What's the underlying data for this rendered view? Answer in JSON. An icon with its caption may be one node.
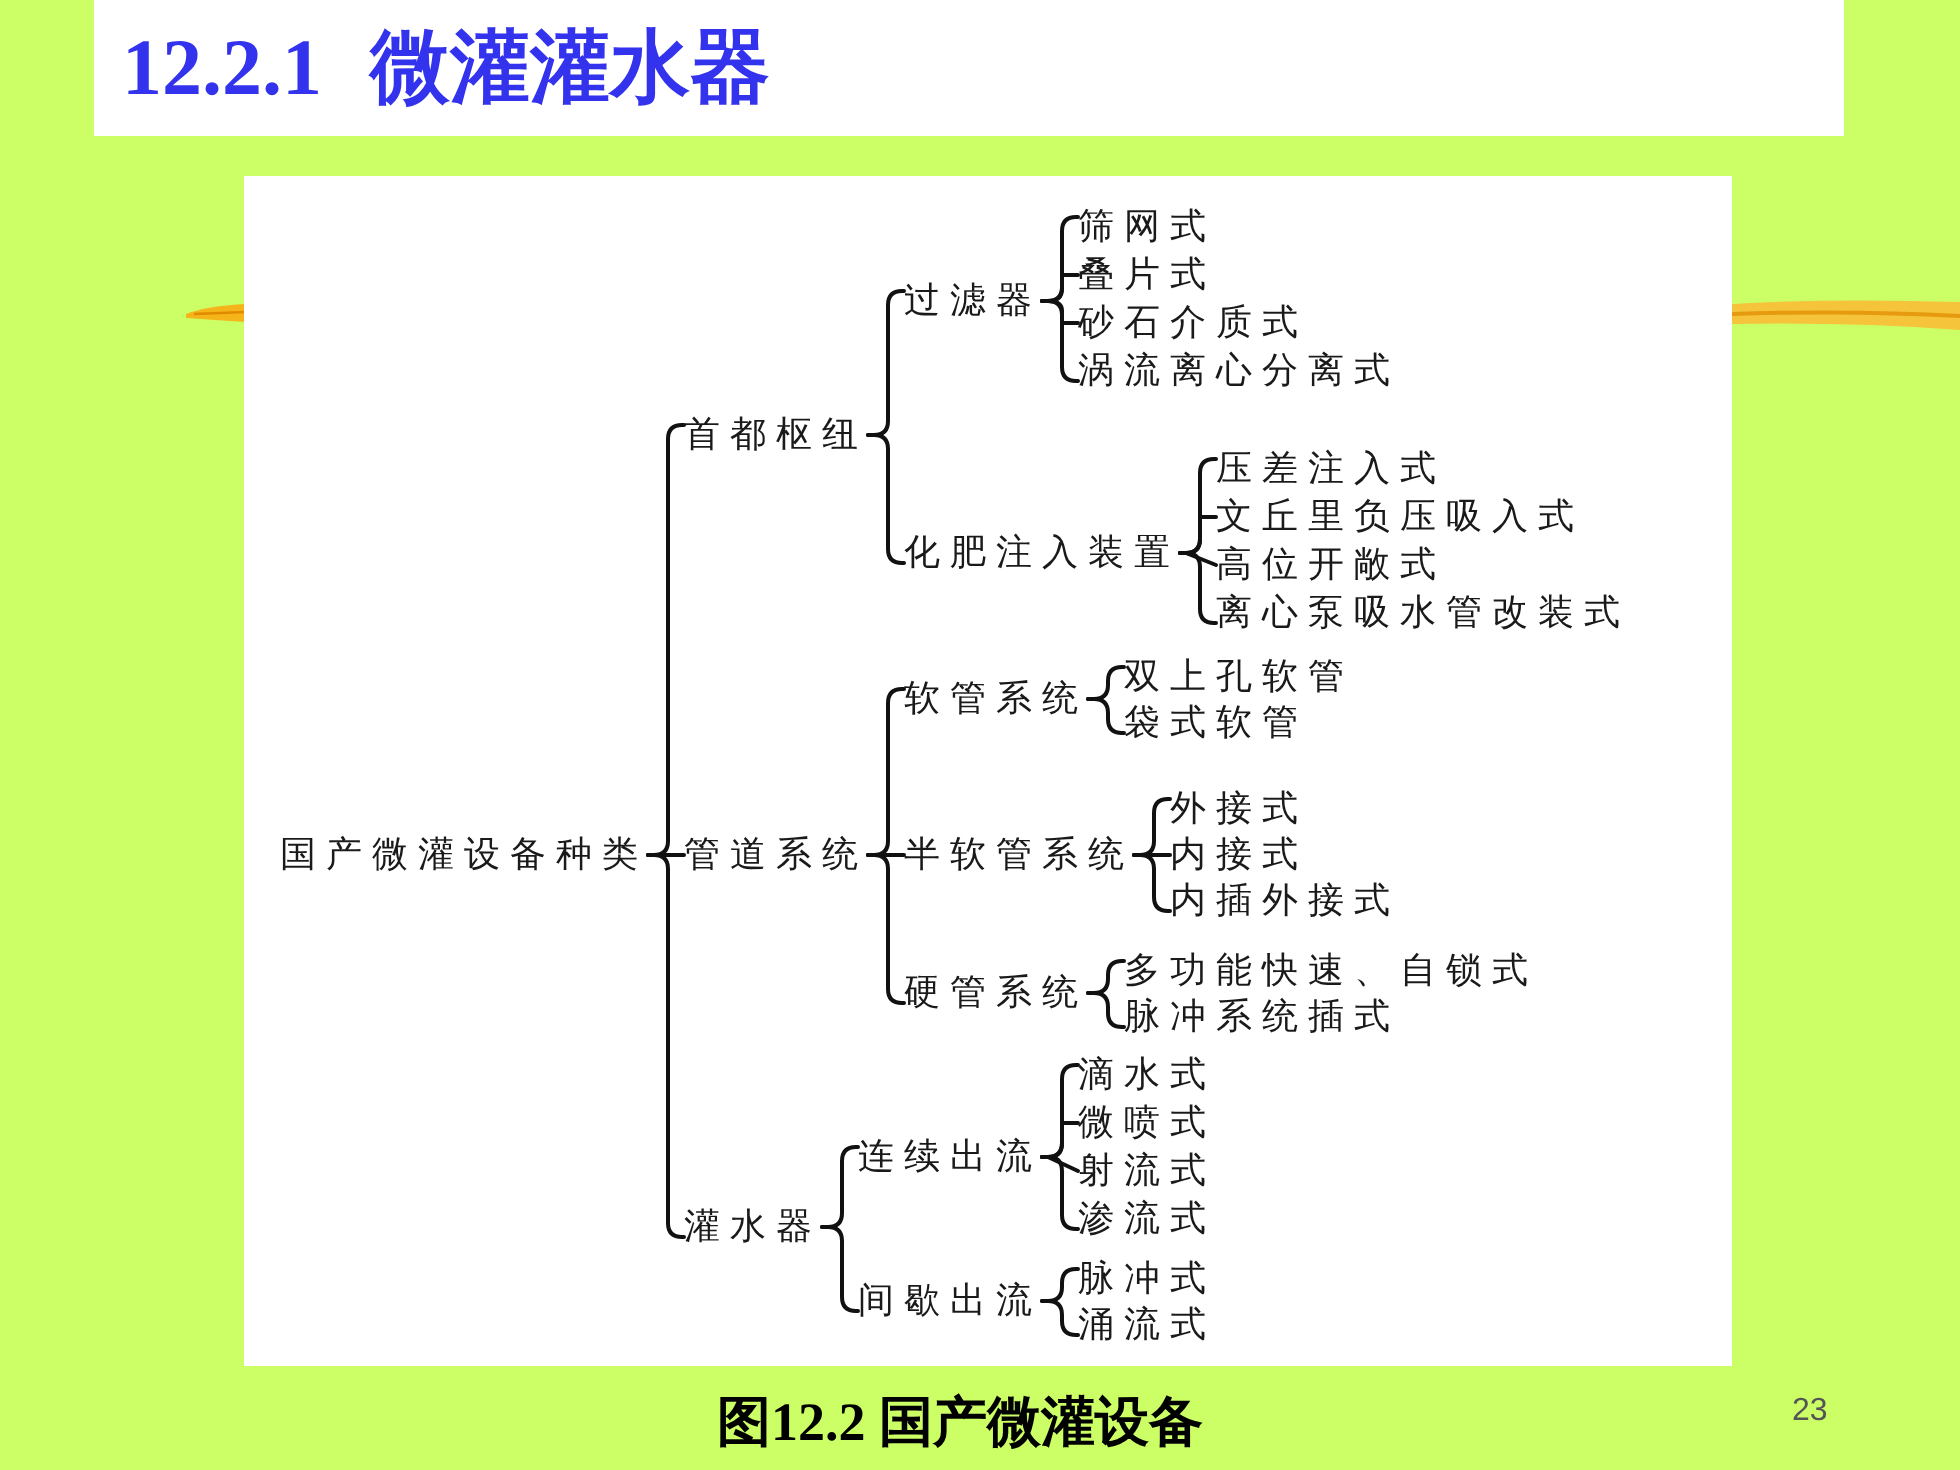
{
  "diagram": {
    "title": "12.2.1 微灌灌水器",
    "caption": "图12.2 国产微灌设备",
    "nodes": [
      {
        "text": [
          "国产微灌设备种类"
        ]
      },
      {
        "text": [
          "首都枢纽"
        ]
      },
      {
        "text": [
          "过滤器"
        ]
      },
      {
        "text": [
          "筛网式"
        ]
      },
      {
        "text": [
          "叠片式"
        ]
      },
      {
        "text": [
          "砂石介质式"
        ]
      },
      {
        "text": [
          "涡流离心分离式"
        ]
      },
      {
        "text": [
          "化肥注入装置"
        ]
      },
      {
        "text": [
          "压差注入式"
        ]
      },
      {
        "text": [
          "文丘里负压吸入式"
        ]
      },
      {
        "text": [
          "高位开敞式"
        ]
      },
      {
        "text": [
          "离心泵吸水管改装式"
        ]
      },
      {
        "text": [
          "管道系统"
        ]
      },
      {
        "text": [
          "软管系统"
        ]
      },
      {
        "text": [
          "双上孔软管"
        ]
      },
      {
        "text": [
          "袋式软管"
        ]
      },
      {
        "text": [
          "半软管系统"
        ]
      },
      {
        "text": [
          "外接式"
        ]
      },
      {
        "text": [
          "内接式"
        ]
      },
      {
        "text": [
          "内插外接式"
        ]
      },
      {
        "text": [
          "硬管系统"
        ]
      },
      {
        "text": [
          "多功能快速、自锁式"
        ]
      },
      {
        "text": [
          "脉冲系统插式"
        ]
      },
      {
        "text": [
          "灌水器"
        ]
      },
      {
        "text": [
          "连续出流"
        ]
      },
      {
        "text": [
          "滴水式"
        ]
      },
      {
        "text": [
          "微喷式"
        ]
      },
      {
        "text": [
          "射流式"
        ]
      },
      {
        "text": [
          "渗流式"
        ]
      },
      {
        "text": [
          "间歇出流"
        ]
      },
      {
        "text": [
          "脉冲式"
        ]
      },
      {
        "text": [
          "涌流式"
        ]
      }
    ],
    "edges": [
      {
        "from": 0,
        "to": 1,
        "arrow": "none"
      },
      {
        "from": 0,
        "to": 12,
        "arrow": "none"
      },
      {
        "from": 0,
        "to": 23,
        "arrow": "none"
      },
      {
        "from": 1,
        "to": 2,
        "arrow": "none"
      },
      {
        "from": 1,
        "to": 7,
        "arrow": "none"
      },
      {
        "from": 2,
        "to": 3,
        "arrow": "none"
      },
      {
        "from": 2,
        "to": 4,
        "arrow": "none"
      },
      {
        "from": 2,
        "to": 5,
        "arrow": "none"
      },
      {
        "from": 2,
        "to": 6,
        "arrow": "none"
      },
      {
        "from": 7,
        "to": 8,
        "arrow": "none"
      },
      {
        "from": 7,
        "to": 9,
        "arrow": "none"
      },
      {
        "from": 7,
        "to": 10,
        "arrow": "none"
      },
      {
        "from": 7,
        "to": 11,
        "arrow": "none"
      },
      {
        "from": 12,
        "to": 13,
        "arrow": "none"
      },
      {
        "from": 12,
        "to": 16,
        "arrow": "none"
      },
      {
        "from": 12,
        "to": 20,
        "arrow": "none"
      },
      {
        "from": 13,
        "to": 14,
        "arrow": "none"
      },
      {
        "from": 13,
        "to": 15,
        "arrow": "none"
      },
      {
        "from": 16,
        "to": 17,
        "arrow": "none"
      },
      {
        "from": 16,
        "to": 18,
        "arrow": "none"
      },
      {
        "from": 16,
        "to": 19,
        "arrow": "none"
      },
      {
        "from": 20,
        "to": 21,
        "arrow": "none"
      },
      {
        "from": 20,
        "to": 22,
        "arrow": "none"
      },
      {
        "from": 23,
        "to": 24,
        "arrow": "none"
      },
      {
        "from": 23,
        "to": 29,
        "arrow": "none"
      },
      {
        "from": 24,
        "to": 25,
        "arrow": "none"
      },
      {
        "from": 24,
        "to": 26,
        "arrow": "none"
      },
      {
        "from": 24,
        "to": 27,
        "arrow": "none"
      },
      {
        "from": 24,
        "to": 28,
        "arrow": "none"
      },
      {
        "from": 29,
        "to": 30,
        "arrow": "none"
      },
      {
        "from": 29,
        "to": 31,
        "arrow": "none"
      }
    ],
    "labels": [
      "23"
    ]
  }
}
